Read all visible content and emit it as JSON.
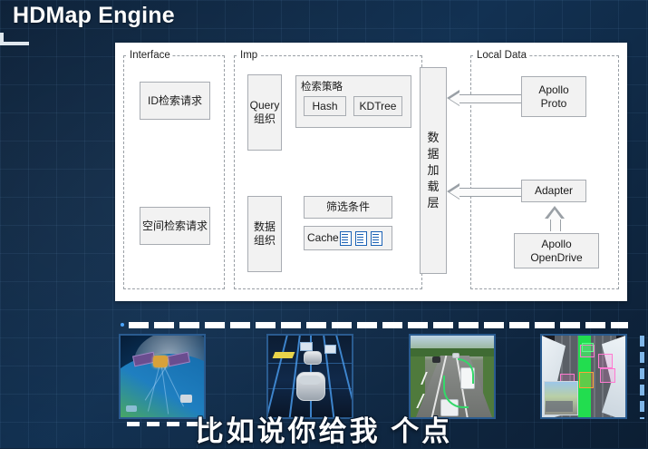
{
  "slide": {
    "title": "HDMap Engine"
  },
  "diagram": {
    "groups": [
      {
        "id": "interface",
        "label": "Interface"
      },
      {
        "id": "imp",
        "label": "Imp"
      },
      {
        "id": "local_data",
        "label": "Local Data"
      }
    ],
    "interface": {
      "boxes": [
        {
          "id": "id-request",
          "label": "ID检索请求"
        },
        {
          "id": "spatial-request",
          "label": "空间检索请求"
        }
      ]
    },
    "imp": {
      "query_org": "Query\n组织",
      "query_org_line1": "Query",
      "query_org_line2": "组织",
      "data_org_line1": "数据",
      "data_org_line2": "组织",
      "strategy_frame": {
        "caption": "检索策略",
        "items": [
          {
            "id": "hash",
            "label": "Hash"
          },
          {
            "id": "kdtree",
            "label": "KDTree"
          }
        ]
      },
      "filter_box": "筛选条件",
      "cache_box": {
        "label": "Cache",
        "icon_count": 3,
        "icon_name": "document-icon"
      }
    },
    "loader": {
      "label": "数据加载层",
      "chars": [
        "数",
        "据",
        "加",
        "载",
        "层"
      ]
    },
    "local_data": {
      "boxes": [
        {
          "id": "apollo-proto",
          "line1": "Apollo",
          "line2": "Proto"
        },
        {
          "id": "adapter",
          "line1": "Adapter",
          "line2": ""
        },
        {
          "id": "apollo-opendrive",
          "line1": "Apollo",
          "line2": "OpenDrive"
        }
      ]
    },
    "arrows": [
      {
        "id": "proto-to-loader",
        "direction": "left"
      },
      {
        "id": "adapter-to-loader",
        "direction": "left"
      },
      {
        "id": "opendrive-to-adapter",
        "direction": "up"
      }
    ]
  },
  "filmstrip": {
    "thumbnails": [
      {
        "id": "satellite-earth",
        "alt": "satellite-over-earth-image"
      },
      {
        "id": "hd-map-lanes",
        "alt": "hd-map-lane-visualization-image"
      },
      {
        "id": "highway-trace",
        "alt": "highway-with-trajectory-image"
      },
      {
        "id": "aerial-detection",
        "alt": "aerial-road-detection-image"
      }
    ]
  },
  "subtitle": {
    "text": "比如说你给我 个点",
    "dash_count": 5
  },
  "colors": {
    "background_dark": "#0d2138",
    "background_mid": "#123152",
    "panel": "#ffffff",
    "box_fill": "#f2f2f2",
    "box_border": "#a8acb2",
    "group_border": "#9aa0a6",
    "accent_blue": "#1b62b5",
    "title_text": "#ffffff",
    "subtitle_text": "#ffffff",
    "green_trace": "#22dd4f"
  }
}
